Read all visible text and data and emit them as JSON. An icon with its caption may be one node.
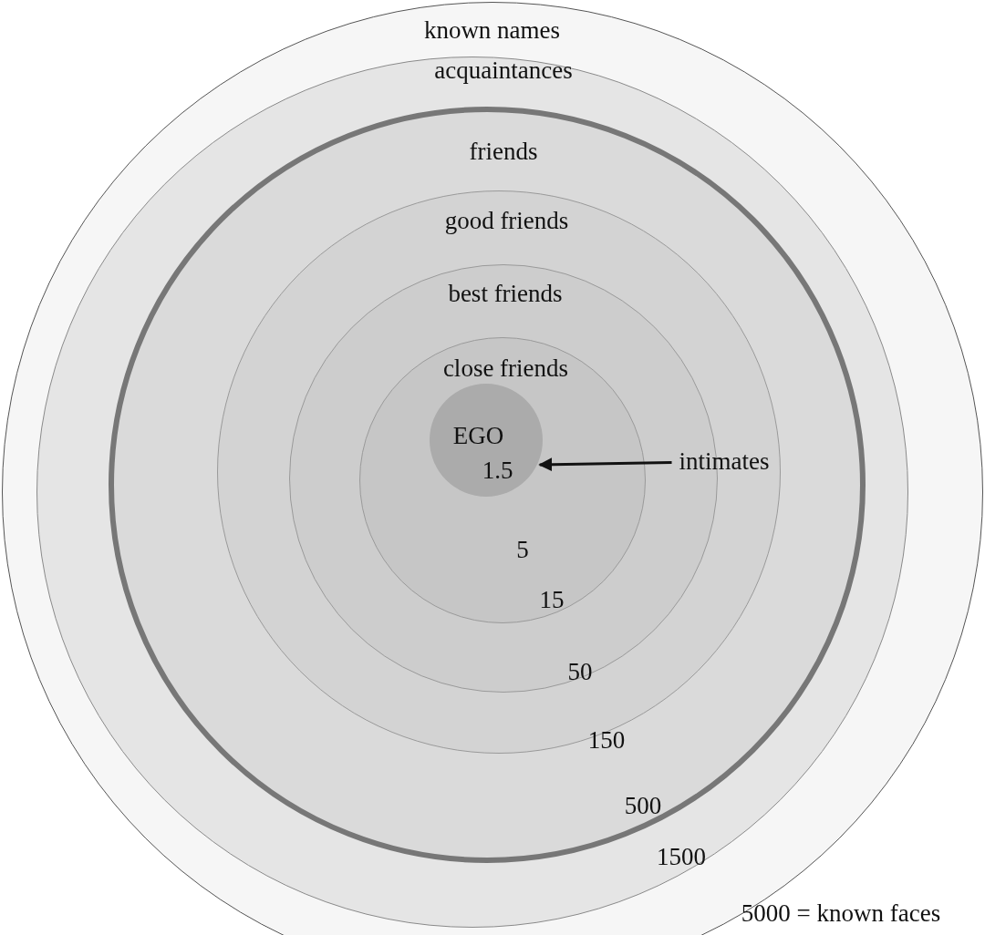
{
  "diagram": {
    "nodes": [
      {
        "text": [
          "known names"
        ]
      },
      {
        "text": [
          "acquaintances"
        ],
        "in": 0
      },
      {
        "text": [
          "friends"
        ],
        "in": 1
      },
      {
        "text": [
          "good friends"
        ],
        "in": 2
      },
      {
        "text": [
          "best friends"
        ],
        "in": 3
      },
      {
        "text": [
          "close friends"
        ],
        "in": 4
      },
      {
        "text": [
          "EGO",
          "1.5"
        ],
        "in": 5
      },
      {
        "text": [
          "intimates"
        ],
        "in": 3
      }
    ],
    "edges": [
      {
        "from": 7,
        "to": 6,
        "arrow": "to"
      }
    ],
    "labels": [
      "5",
      "15",
      "50",
      "150",
      "500",
      "1500",
      "5000 = known faces"
    ]
  }
}
